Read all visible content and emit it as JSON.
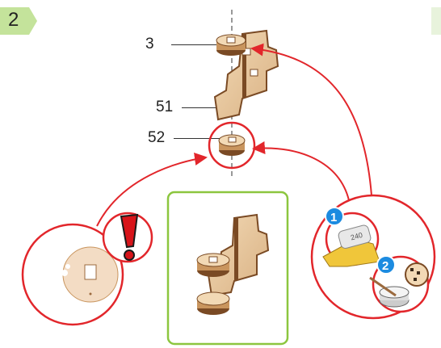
{
  "step": {
    "number": "2"
  },
  "parts": [
    {
      "id": "3",
      "label": "3"
    },
    {
      "id": "51",
      "label": "51"
    },
    {
      "id": "52",
      "label": "52"
    }
  ],
  "sandpaper": {
    "grit": "240"
  },
  "callouts": {
    "tool_1": "1",
    "tool_2": "2"
  },
  "colors": {
    "accent_green": "#8cc63f",
    "badge_green": "#c4e39b",
    "arrow_red": "#e2262b",
    "plywood_light": "#e8c9a0",
    "plywood_edge": "#7a4a24",
    "warning_red": "#d7141a"
  },
  "icons": [
    "warning-exclamation-icon",
    "sandpaper-icon",
    "gear-glue-icon",
    "square-hole-detail-icon"
  ]
}
